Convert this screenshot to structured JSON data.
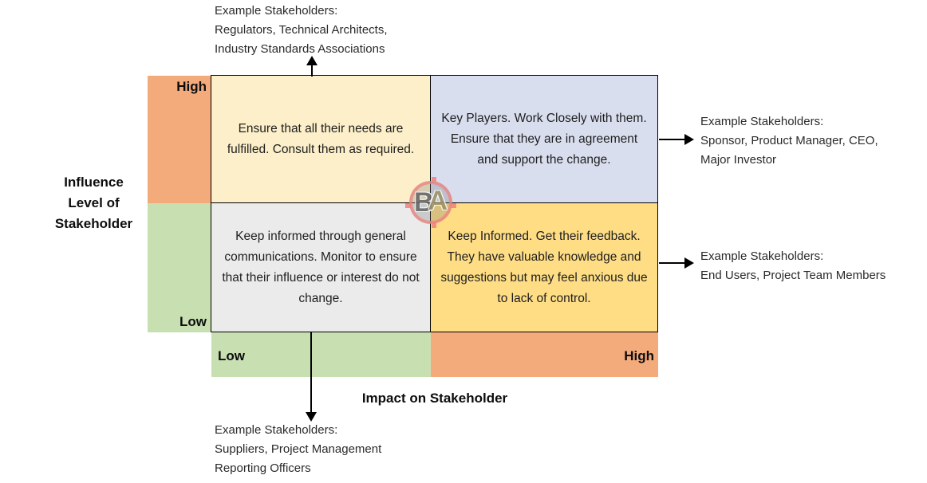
{
  "axes": {
    "y": {
      "label_lines": [
        "Influence",
        "Level of",
        "Stakeholder"
      ],
      "high": "High",
      "low": "Low"
    },
    "x": {
      "label": "Impact on Stakeholder",
      "low": "Low",
      "high": "High"
    }
  },
  "quadrants": {
    "top_left": "Ensure that all their needs are fulfilled. Consult them as required.",
    "top_right": "Key Players. Work Closely with them. Ensure that they are in agreement and support the change.",
    "bottom_left": "Keep informed through general communications. Monitor to ensure that their influence or interest do not change.",
    "bottom_right": "Keep Informed. Get their feedback. They have valuable knowledge and suggestions but may feel anxious due to lack of control."
  },
  "callouts": {
    "top": {
      "heading": "Example Stakeholders:",
      "lines": [
        "Regulators, Technical Architects,",
        "Industry Standards Associations"
      ]
    },
    "right_top": {
      "heading": "Example Stakeholders:",
      "lines": [
        "Sponsor, Product Manager, CEO,",
        "Major Investor"
      ]
    },
    "right_bottom": {
      "heading": "Example Stakeholders:",
      "lines": [
        "End Users, Project Team Members"
      ]
    },
    "bottom": {
      "heading": "Example Stakeholders:",
      "lines": [
        "Suppliers, Project Management",
        "Reporting Officers"
      ]
    }
  },
  "watermark": {
    "letter_b": "B",
    "letter_a": "A"
  },
  "colors": {
    "axis_high_orange": "#F3AB7C",
    "axis_low_green": "#C8DFB2",
    "quadrant_top_left": "#FCEFC9",
    "quadrant_top_right": "#D9DEEF",
    "quadrant_bottom_left": "#EBEBEB",
    "quadrant_bottom_right": "#FEDD85",
    "border": "#000000",
    "watermark_ring": "#EE837D"
  }
}
